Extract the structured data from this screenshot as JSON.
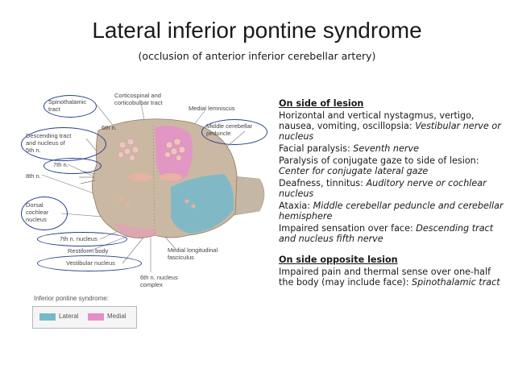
{
  "title": "Lateral inferior pontine syndrome",
  "subtitle": "(occlusion of anterior inferior cerebellar artery)",
  "colors": {
    "lateral": "#78b9c9",
    "medial": "#e58fc9",
    "oval_outline": "#27408b",
    "brain_tan": "#cbb8a3"
  },
  "diagram": {
    "labels": {
      "spinothalamic": "Spinothalamic\ntract",
      "corticospinal": "Corticospinal and\ncorticobulbar tract",
      "medial_lemniscus": "Medial lemniscus",
      "sixth_n": "6th n.",
      "middle_cerebellar": "Middle cerebellar\npeduncle",
      "descending_tract": "Descending tract\nand nucleus of\n5th n.",
      "seventh_n": "7th n.",
      "eighth_n": "8th n.",
      "dorsal_cochlear": "Dorsal\ncochlear\nnucleus",
      "seventh_n_nucleus": "7th n. nucleus",
      "restiform_body": "Restiform body",
      "vestibular_nucleus": "Vestibular nucleus",
      "medial_longitudinal": "Medial longitudinal\nfasciculus",
      "sixth_n_nucleus": "6th n. nucleus\ncomplex"
    },
    "legend": {
      "title": "Inferior pontine syndrome:",
      "lateral": "Lateral",
      "medial": "Medial"
    }
  },
  "side_of_lesion": {
    "heading": "On side of lesion",
    "items": [
      {
        "text": "Horizontal and vertical nystagmus, vertigo, nausea, vomiting, oscillopsia: ",
        "italic": "Vestibular nerve or nucleus"
      },
      {
        "text": "Facial paralysis: ",
        "italic": "Seventh nerve"
      },
      {
        "text": "Paralysis of conjugate gaze to side of lesion: ",
        "italic": "Center for conjugate lateral gaze"
      },
      {
        "text": "Deafness, tinnitus: ",
        "italic": "Auditory nerve or cochlear nucleus"
      },
      {
        "text": "Ataxia: ",
        "italic": "Middle cerebellar peduncle and cerebellar hemisphere"
      },
      {
        "text": "Impaired sensation over face: ",
        "italic": "Descending tract and nucleus fifth nerve"
      }
    ]
  },
  "side_opposite": {
    "heading": "On side opposite lesion",
    "items": [
      {
        "text": "Impaired pain and thermal sense over one-half the body (may include face): ",
        "italic": "Spinothalamic tract"
      }
    ]
  }
}
